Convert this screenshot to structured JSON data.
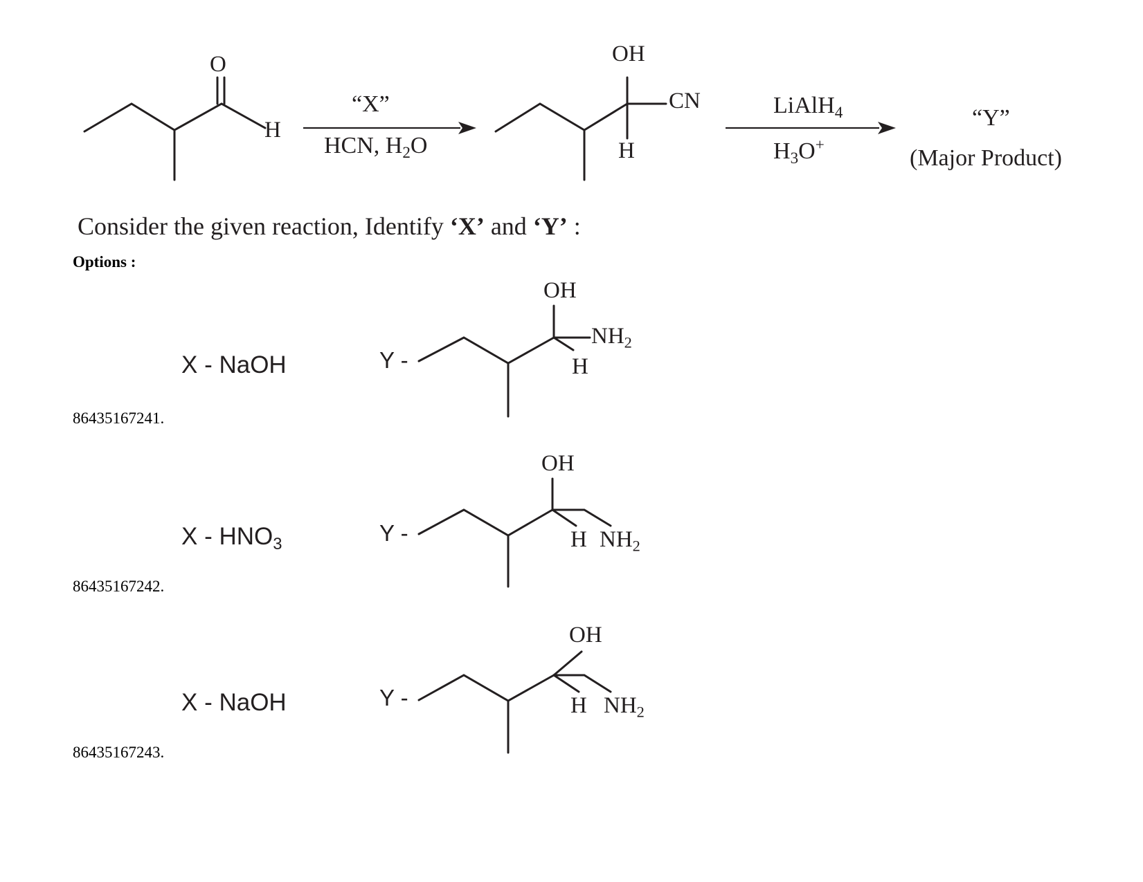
{
  "reaction": {
    "reactant": {
      "oxygen": "O",
      "hydrogen": "H"
    },
    "step1": {
      "reagent_above": "“X”",
      "reagent_below_base": "HCN, H",
      "reagent_below_sub": "2",
      "reagent_below_tail": "O"
    },
    "intermediate": {
      "hydroxyl": "OH",
      "cyano": "CN",
      "hydrogen": "H"
    },
    "step2": {
      "reagent_above_base": "LiAlH",
      "reagent_above_sub": "4",
      "reagent_below_base": "H",
      "reagent_below_sub": "3",
      "reagent_below_mid": "O",
      "reagent_below_sup": "+"
    },
    "product": {
      "label": "“Y”",
      "note": "(Major Product)"
    }
  },
  "question": {
    "lead": "Consider the given reaction, Identify ",
    "x": "‘X’",
    "middle": " and ",
    "y": "‘Y’",
    "tail": " :"
  },
  "options_label": "Options :",
  "options": [
    {
      "id": "86435167241.",
      "x_base": "X - NaOH",
      "x_sub": "",
      "y_prefix": "Y -",
      "hydroxyl": "OH",
      "amine_base": "NH",
      "amine_sub": "2",
      "hydrogen": "H"
    },
    {
      "id": "86435167242.",
      "x_base": "X - HNO",
      "x_sub": "3",
      "y_prefix": "Y -",
      "hydroxyl": "OH",
      "amine_base": "NH",
      "amine_sub": "2",
      "hydrogen": "H"
    },
    {
      "id": "86435167243.",
      "x_base": "X - NaOH",
      "x_sub": "",
      "y_prefix": "Y -",
      "hydroxyl": "OH",
      "amine_base": "NH",
      "amine_sub": "2",
      "hydrogen": "H"
    }
  ]
}
